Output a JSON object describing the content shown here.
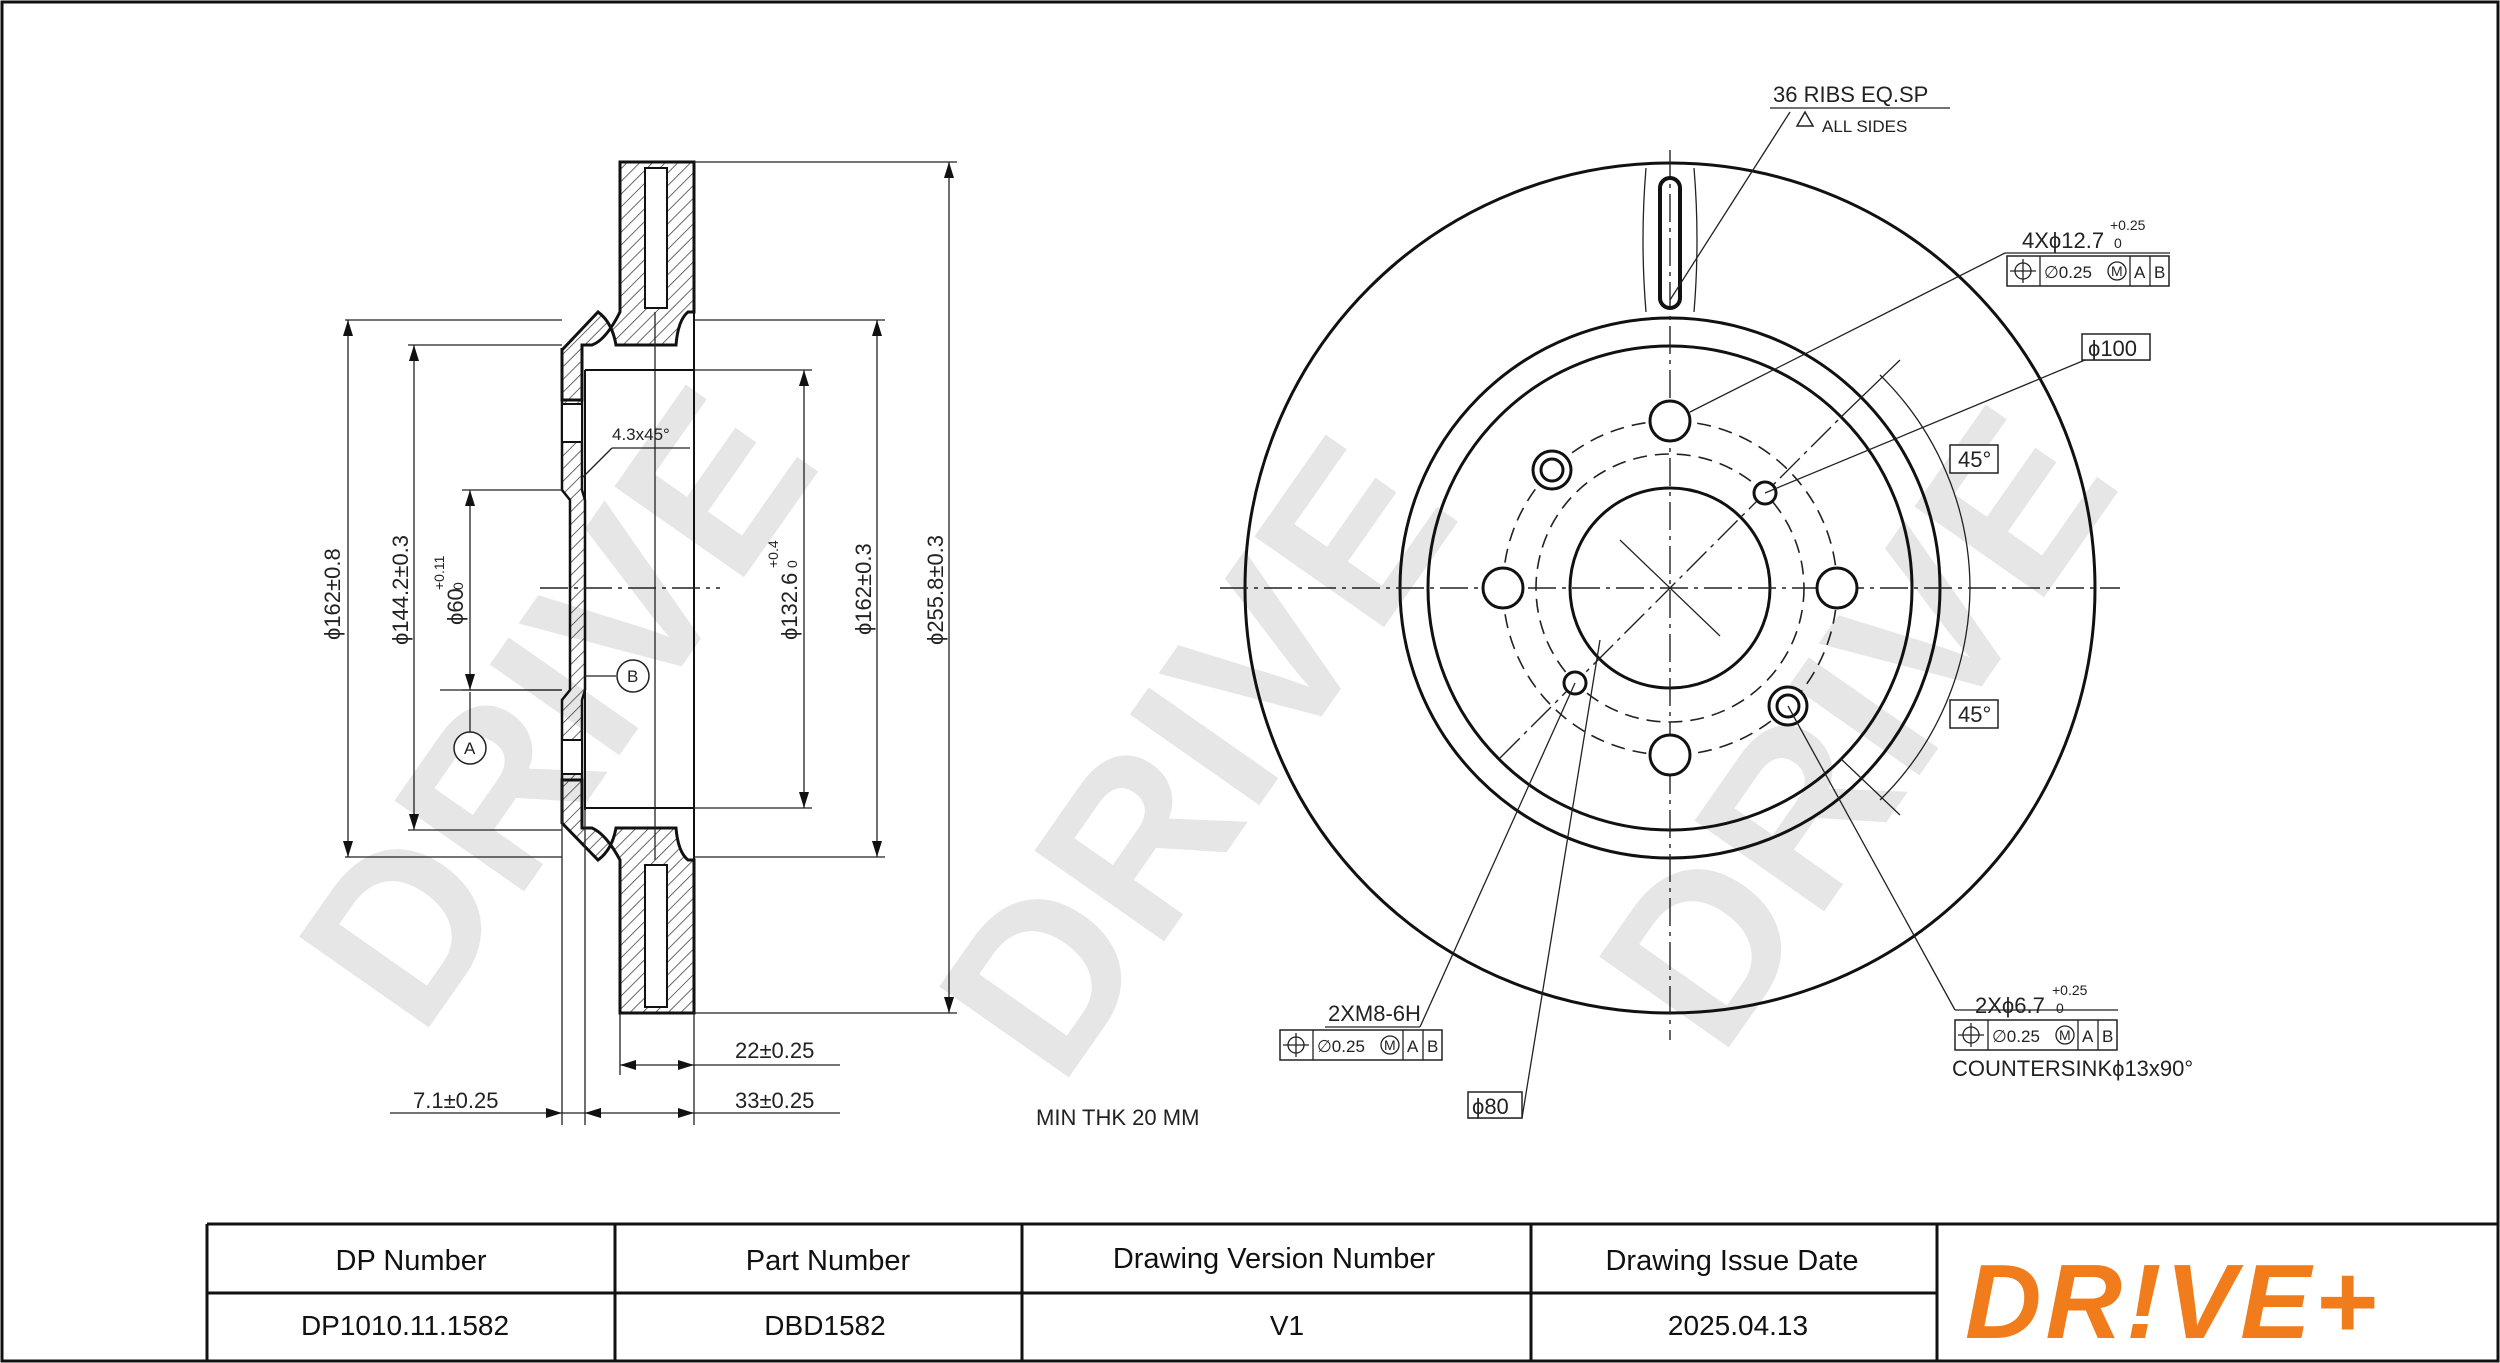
{
  "watermark": "DRIVE",
  "logo": {
    "text": "DR!VE+",
    "color": "#f07c1b"
  },
  "colors": {
    "line": "#111111",
    "watermark": "#e8e8e8",
    "hatch": "#444444"
  },
  "side_view": {
    "dim_162_08": "ϕ162±0.8",
    "dim_144_2": "ϕ144.2±0.3",
    "dim_60": "ϕ60",
    "dim_60_tol_upper": "+0.11",
    "dim_60_tol_lower": "0",
    "dim_132_6": "ϕ132.6",
    "dim_132_6_tol_upper": "+0.4",
    "dim_132_6_tol_lower": "0",
    "dim_162_03": "ϕ162±0.3",
    "dim_255_8": "ϕ255.8±0.3",
    "chamfer": "4.3x45°",
    "datum_a": "A",
    "datum_b": "B",
    "dim_22": "22±0.25",
    "dim_33": "33±0.25",
    "dim_7_1": "7.1±0.25",
    "min_thk": "MIN THK 20 MM"
  },
  "front_view": {
    "ribs": "36 RIBS EQ.SP",
    "all_sides": "ALL SIDES",
    "holes_4x": "4Xϕ12.7",
    "holes_4x_tol_upper": "+0.25",
    "holes_4x_tol_lower": "0",
    "fcf_1": {
      "tol": "∅0.25",
      "mod": "M",
      "a": "A",
      "b": "B"
    },
    "pcd_100": "ϕ100",
    "angle_top": "45°",
    "angle_bottom": "45°",
    "thread": "2XM8-6H",
    "fcf_2": {
      "tol": "∅0.25",
      "mod": "M",
      "a": "A",
      "b": "B"
    },
    "pcd_80": "ϕ80",
    "holes_2x": "2Xϕ6.7",
    "holes_2x_tol_upper": "+0.25",
    "holes_2x_tol_lower": "0",
    "fcf_3": {
      "tol": "∅0.25",
      "mod": "M",
      "a": "A",
      "b": "B"
    },
    "countersink": "COUNTERSINKϕ13x90°"
  },
  "title_block": {
    "headers": [
      "DP Number",
      "Part Number",
      "Drawing Version Number",
      "Drawing Issue Date"
    ],
    "values": [
      "DP1010.11.1582",
      "DBD1582",
      "V1",
      "2025.04.13"
    ]
  }
}
